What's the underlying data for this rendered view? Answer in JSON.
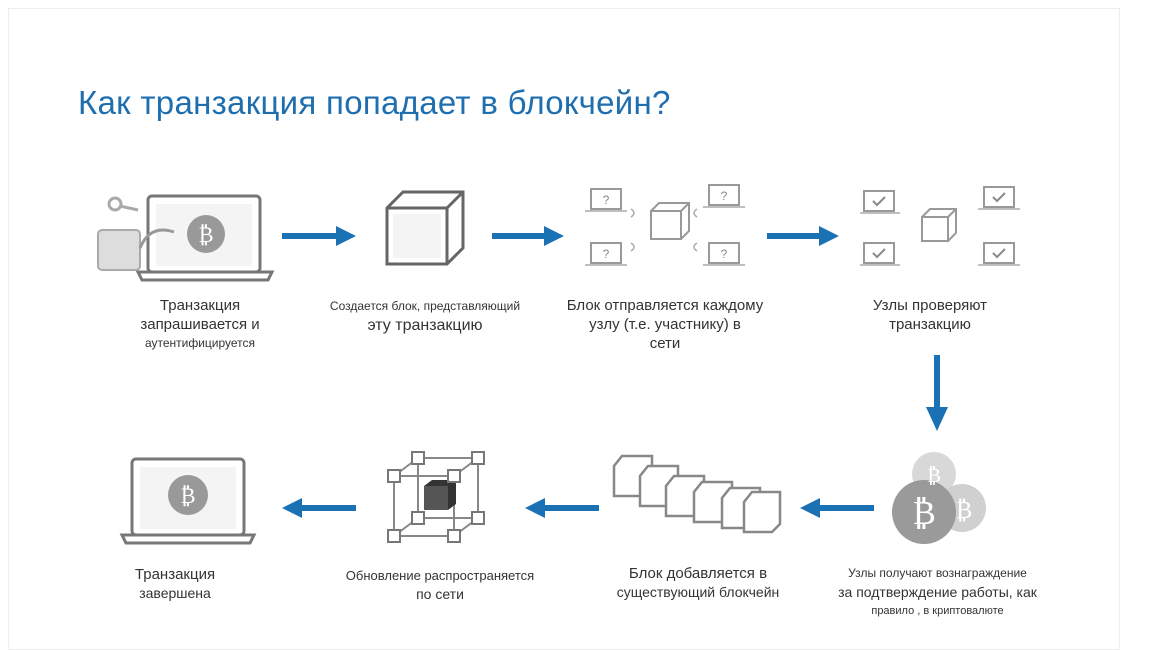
{
  "title": "Как транзакция попадает в блокчейн?",
  "colors": {
    "accent": "#1f6fb0",
    "arrow": "#1a72b4",
    "icon": "#888888"
  },
  "steps": [
    {
      "lines": [
        "Транзакция",
        "запрашивается и",
        "аутентифицируется"
      ]
    },
    {
      "lines": [
        "Создается блок, представляющий",
        "эту транзакцию"
      ]
    },
    {
      "lines": [
        "Блок отправляется каждому",
        "узлу (т.е. участнику) в",
        "сети"
      ]
    },
    {
      "lines": [
        "Узлы проверяют",
        "транзакцию"
      ]
    },
    {
      "lines": [
        "Узлы получают вознаграждение",
        "за подтверждение работы, как",
        "правило , в криптовалюте"
      ]
    },
    {
      "lines": [
        "Блок добавляется в",
        "существующий блокчейн"
      ]
    },
    {
      "lines": [
        "Обновление распространяется",
        "по сети"
      ]
    },
    {
      "lines": [
        "Транзакция",
        "завершена"
      ]
    }
  ]
}
